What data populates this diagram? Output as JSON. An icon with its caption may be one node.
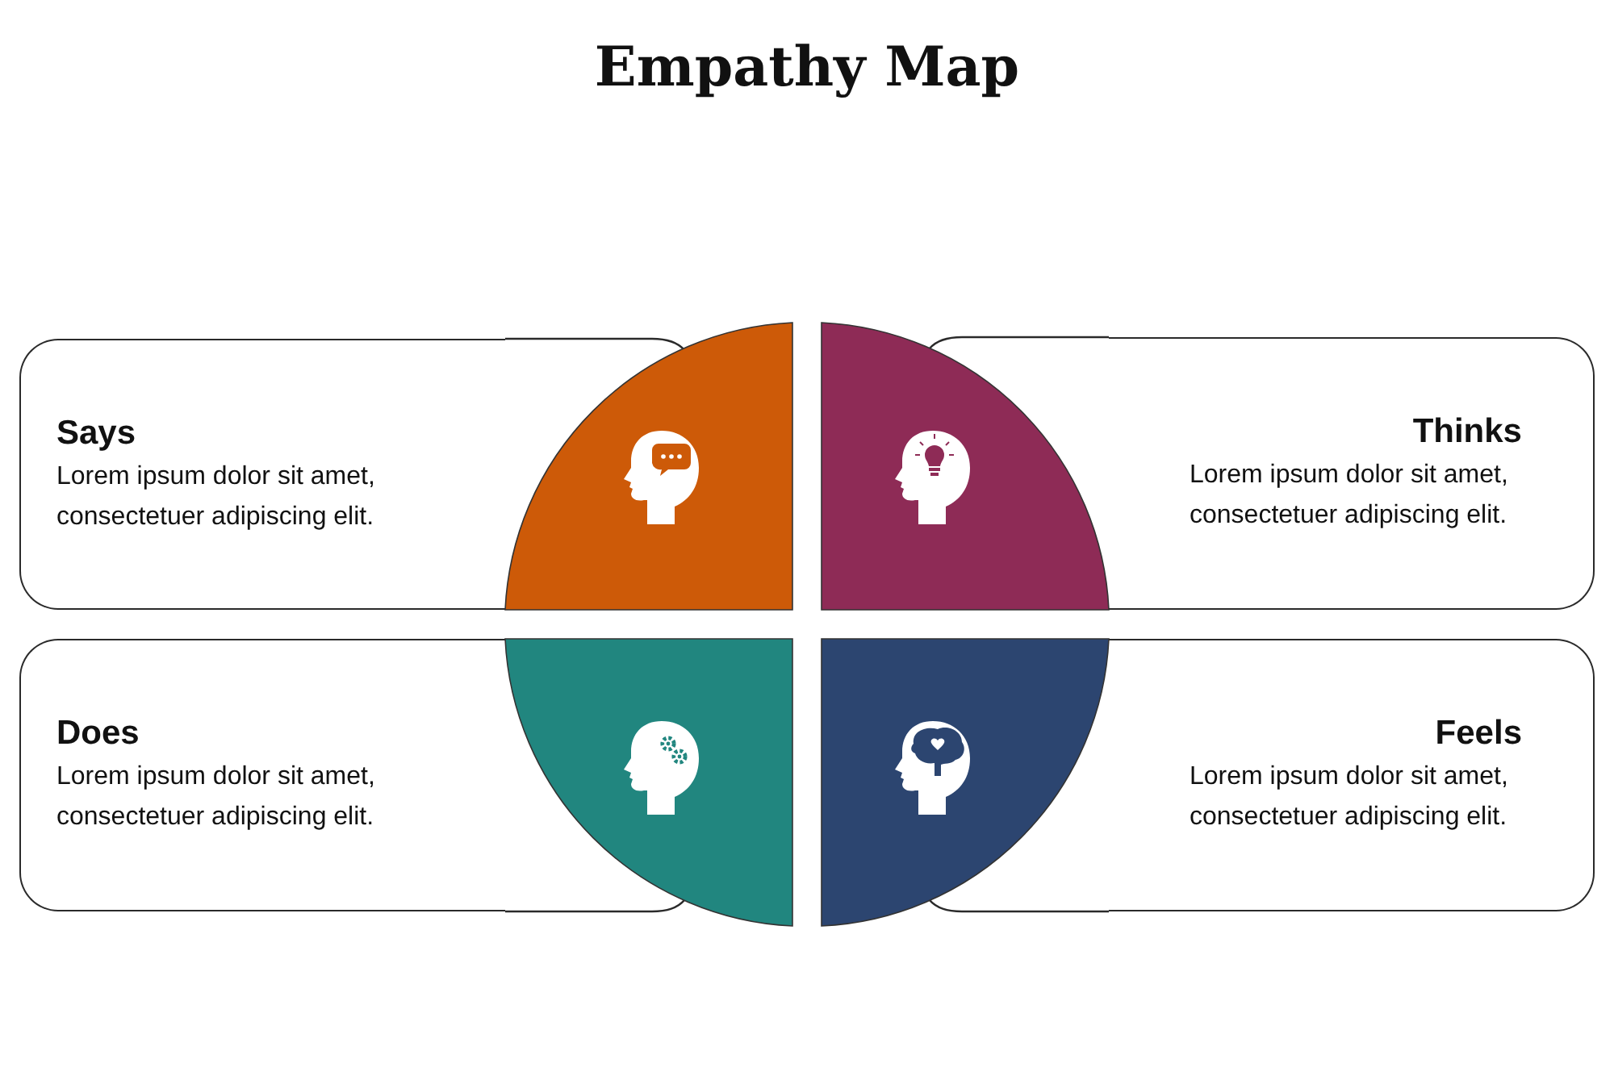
{
  "diagram": {
    "title": "Empathy Map",
    "nodes": [
      {
        "text": [
          "Says",
          "Lorem ipsum dolor sit amet, consectetuer adipiscing elit."
        ]
      },
      {
        "text": [
          "Thinks",
          "Lorem ipsum dolor sit amet, consectetuer adipiscing elit."
        ]
      },
      {
        "text": [
          "Does",
          "Lorem ipsum dolor sit amet, consectetuer adipiscing elit."
        ]
      },
      {
        "text": [
          "Feels",
          "Lorem ipsum dolor sit amet, consectetuer adipiscing elit."
        ]
      }
    ]
  }
}
